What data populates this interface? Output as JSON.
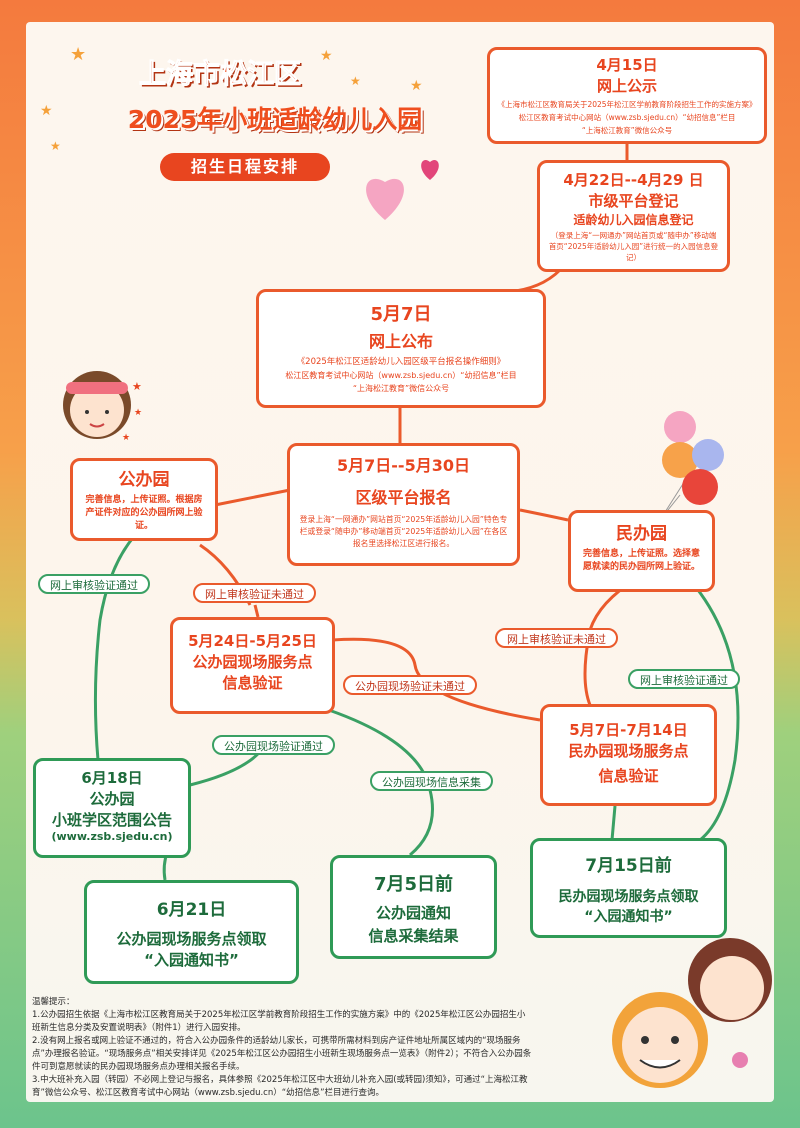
{
  "header": {
    "line1": "上海市松江区",
    "line2": "2025年小班适龄幼儿入园",
    "line3": "招生日程安排"
  },
  "steps": {
    "s1": {
      "date": "4月15日",
      "title": "网上公示",
      "detail": "《上海市松江区教育局关于2025年松江区学前教育阶段招生工作的实施方案》",
      "source1": "松江区教育考试中心网站（www.zsb.sjedu.cn）“幼招信息”栏目",
      "source2": "“上海松江教育”微信公众号"
    },
    "s2": {
      "date": "4月22日--4月29 日",
      "title": "市级平台登记",
      "subtitle": "适龄幼儿入园信息登记",
      "detail": "（登录上海“一网通办”网站首页或“随申办”移动端首页“2025年适龄幼儿入园”进行统一的入园信息登记）"
    },
    "s3": {
      "date": "5月7日",
      "title": "网上公布",
      "detail": "《2025年松江区适龄幼儿入园区级平台报名操作细则》",
      "source1": "松江区教育考试中心网站（www.zsb.sjedu.cn）“幼招信息”栏目",
      "source2": "“上海松江教育”微信公众号"
    },
    "s4": {
      "date": "5月7日--5月30日",
      "title": "区级平台报名",
      "detail": "登录上海“一网通办”网站首页“2025年适龄幼儿入园”特色专栏或登录“随申办”移动端首页“2025年适龄幼儿入园”在各区报名里选择松江区进行报名。"
    },
    "public": {
      "title": "公办园",
      "detail": "完善信息，上传证照。根据房产证件对应的公办园所网上验证。"
    },
    "private": {
      "title": "民办园",
      "detail": "完善信息，上传证照。选择意愿就读的民办园所网上验证。"
    },
    "s5": {
      "date": "5月24日-5月25日",
      "title": "公办园现场服务点",
      "subtitle": "信息验证"
    },
    "s6": {
      "date": "5月7日-7月14日",
      "title": "民办园现场服务点",
      "subtitle": "信息验证"
    },
    "s7": {
      "date": "6月18日",
      "title": "公办园",
      "subtitle": "小班学区范围公告",
      "url": "(www.zsb.sjedu.cn)"
    },
    "s8": {
      "date": "6月21日",
      "title": "公办园现场服务点领取",
      "subtitle": "“入园通知书”"
    },
    "s9": {
      "date": "7月5日前",
      "title": "公办园通知",
      "subtitle": "信息采集结果"
    },
    "s10": {
      "date": "7月15日前",
      "title": "民办园现场服务点领取",
      "subtitle": "“入园通知书”"
    }
  },
  "pills": {
    "p1": "网上审核验证通过",
    "p2": "网上审核验证未通过",
    "p3": "网上审核验证未通过",
    "p4": "公办园现场验证未通过",
    "p5": "网上审核验证通过",
    "p6": "公办园现场验证通过",
    "p7": "公办园现场信息采集"
  },
  "notes": {
    "title": "温馨提示：",
    "n1": "1.公办园招生依据《上海市松江区教育局关于2025年松江区学前教育阶段招生工作的实施方案》中的《2025年松江区公办园招生小班新生信息分类及安置说明表》（附件1）进行入园安排。",
    "n2": "2.没有网上报名或网上验证不通过的，符合入公办园条件的适龄幼儿家长，可携带所需材料到房产证件地址所属区域内的“现场服务点”办理报名验证。“现场服务点”相关安排详见《2025年松江区公办园招生小班新生现场服务点一览表》（附件2）；不符合入公办园条件可到意愿就读的民办园现场服务点办理相关报名手续。",
    "n3": "3.中大班补充入园（转园）不必网上登记与报名，具体参照《2025年松江区中大班幼儿补充入园(或转园)须知》，可通过“上海松江教育”微信公众号、松江区教育考试中心网站（www.zsb.sjedu.cn）“幼招信息”栏目进行查询。"
  },
  "colors": {
    "red": "#ea5a2c",
    "green": "#2f9a56"
  }
}
